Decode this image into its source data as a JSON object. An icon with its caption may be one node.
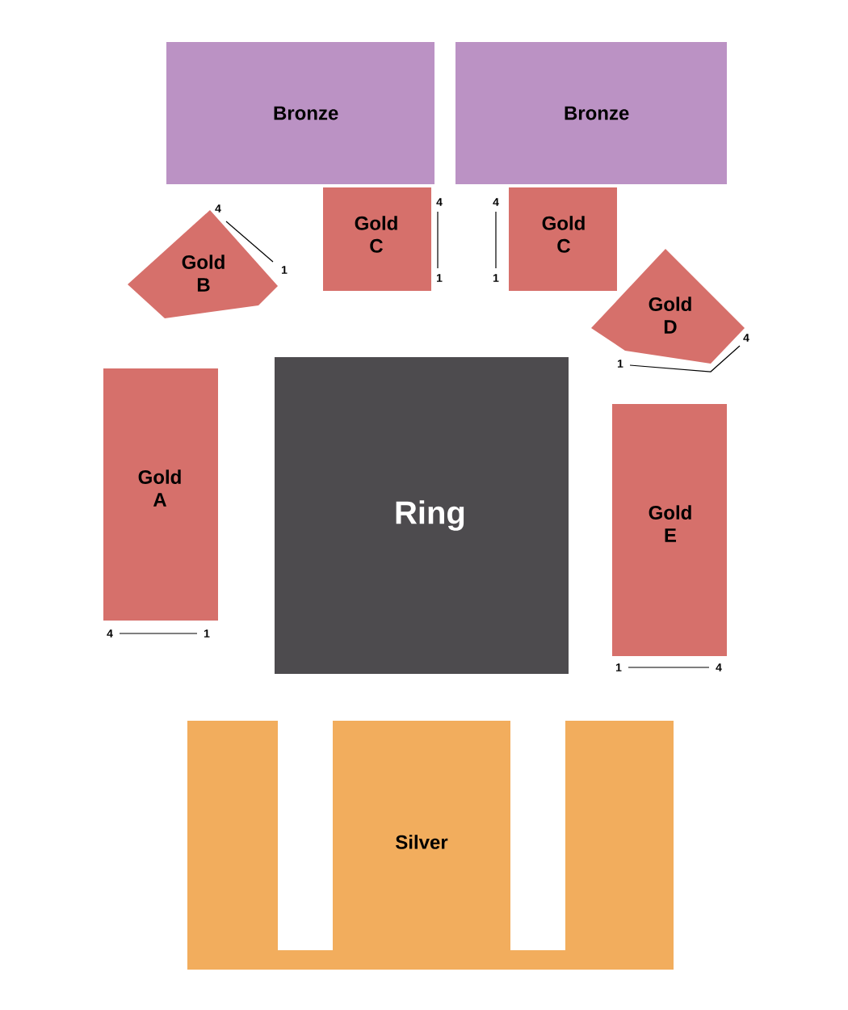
{
  "diagram": {
    "nodes": [
      {
        "text": [
          "Bronze"
        ]
      },
      {
        "text": [
          "Bronze"
        ]
      },
      {
        "text": [
          "Gold C"
        ]
      },
      {
        "text": [
          "Gold C"
        ]
      },
      {
        "text": [
          "Gold B"
        ]
      },
      {
        "text": [
          "Gold D"
        ]
      },
      {
        "text": [
          "Gold A"
        ]
      },
      {
        "text": [
          "Ring"
        ]
      },
      {
        "text": [
          "Gold E"
        ]
      },
      {
        "text": [
          "Silver"
        ]
      }
    ],
    "labels": [
      "4",
      "1",
      "4",
      "1",
      "4",
      "1",
      "1",
      "4",
      "4",
      "1",
      "1",
      "4"
    ]
  }
}
